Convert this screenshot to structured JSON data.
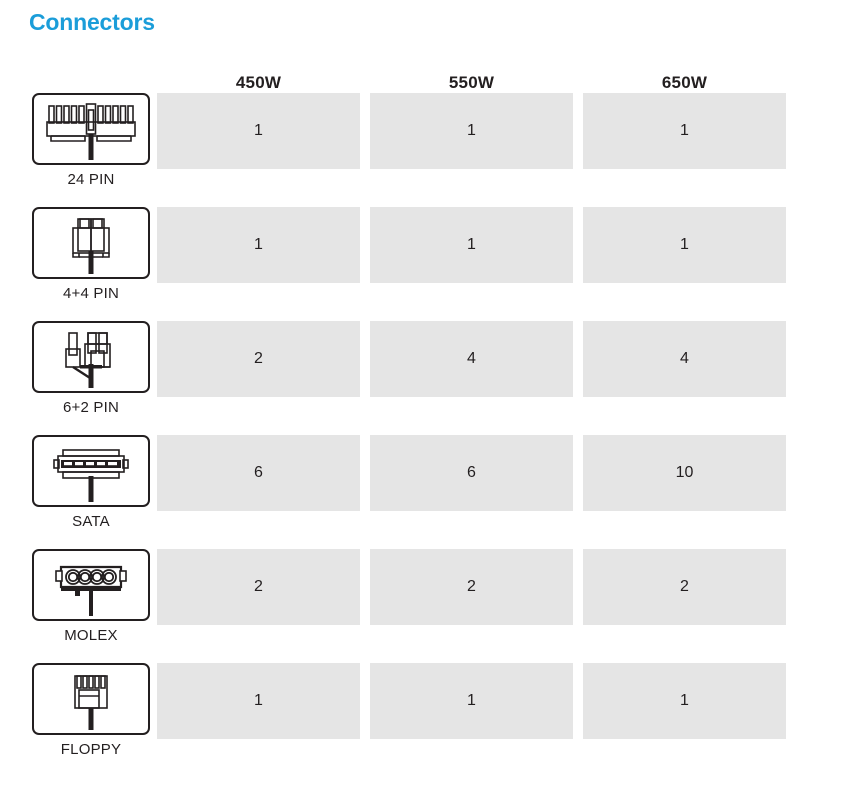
{
  "title": "Connectors",
  "accent_color": "#1b9dd9",
  "cell_bg_color": "#e5e5e5",
  "ink_color": "#231f20",
  "table": {
    "icon_column_header": "",
    "headers": [
      "450W",
      "550W",
      "650W"
    ],
    "rows": [
      {
        "icon": "connector-24pin-icon",
        "label": "24 PIN",
        "values": [
          "1",
          "1",
          "1"
        ]
      },
      {
        "icon": "connector-4plus4pin-icon",
        "label": "4+4 PIN",
        "values": [
          "1",
          "1",
          "1"
        ]
      },
      {
        "icon": "connector-6plus2pin-icon",
        "label": "6+2 PIN",
        "values": [
          "2",
          "4",
          "4"
        ]
      },
      {
        "icon": "connector-sata-icon",
        "label": "SATA",
        "values": [
          "6",
          "6",
          "10"
        ]
      },
      {
        "icon": "connector-molex-icon",
        "label": "MOLEX",
        "values": [
          "2",
          "2",
          "2"
        ]
      },
      {
        "icon": "connector-floppy-icon",
        "label": "FLOPPY",
        "values": [
          "1",
          "1",
          "1"
        ]
      }
    ]
  }
}
